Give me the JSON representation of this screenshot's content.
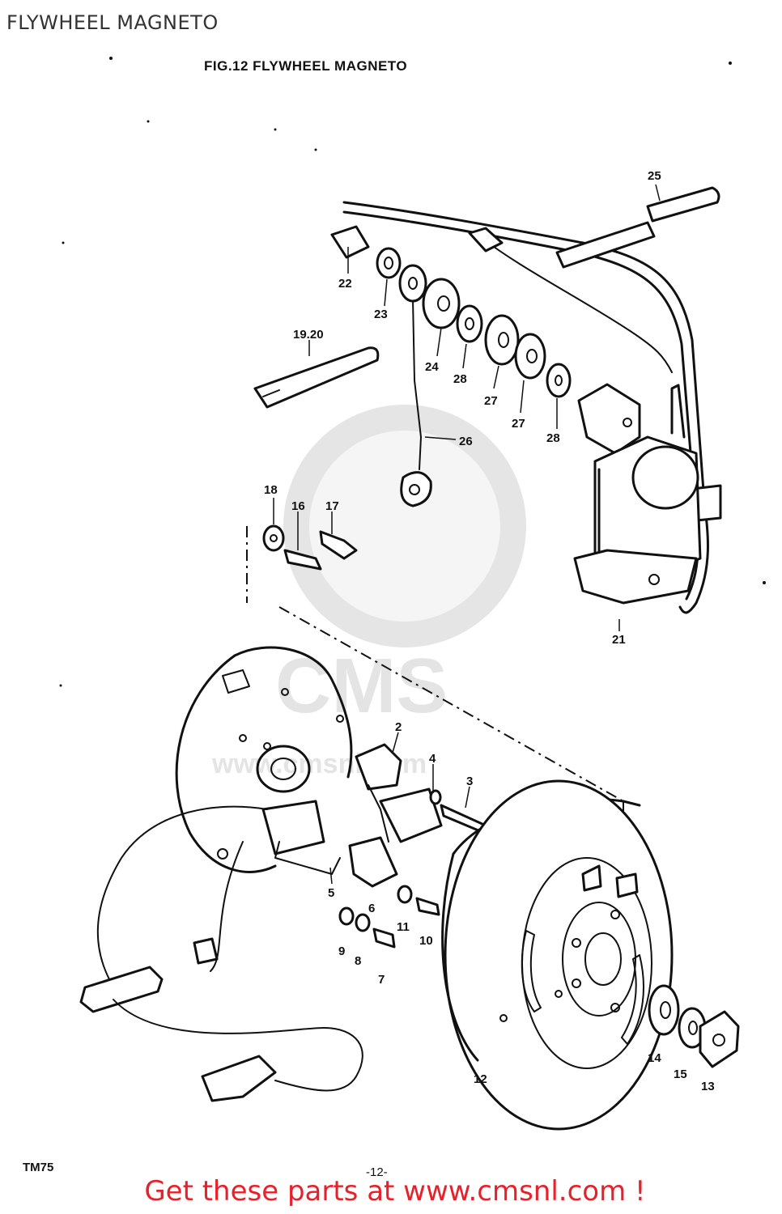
{
  "page": {
    "title": "FLYWHEEL MAGNETO",
    "figure_title": "FIG.12  FLYWHEEL MAGNETO",
    "model_code": "TM75",
    "page_number": "-12-",
    "footer_link": "Get these parts at www.cmsnl.com !"
  },
  "watermark": {
    "logo_text": "CMS",
    "site_text": "www.cmsnl.com"
  },
  "callouts": {
    "c1": "2",
    "c2": "4",
    "c3": "3",
    "c4": "5",
    "c5": "6",
    "c6": "11",
    "c7": "10",
    "c8": "9",
    "c9": "8",
    "c10": "7",
    "c11": "12",
    "c12": "14",
    "c13": "15",
    "c14": "13",
    "c15": "16",
    "c16": "17",
    "c17": "18",
    "c18": "19.20",
    "c19": "21",
    "c20": "22",
    "c21": "23",
    "c22": "24",
    "c23": "28",
    "c24": "27",
    "c25": "27",
    "c26": "28",
    "c27": "26",
    "c28": "25"
  },
  "colors": {
    "ink": "#111111",
    "title_gray": "#333333",
    "footer_red": "#e8202a",
    "watermark_gray": "#cfcfcf"
  }
}
